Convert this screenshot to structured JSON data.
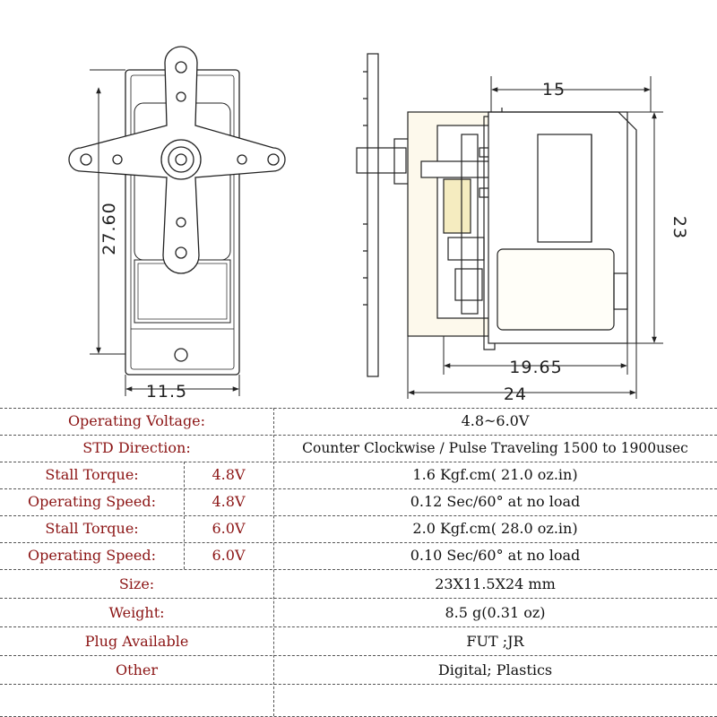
{
  "dimensions": {
    "height_front": "27.60",
    "width_front": "11.5",
    "horn_offset": "15",
    "height_side": "23",
    "body_length": "19.65",
    "total_length": "24"
  },
  "specs": [
    {
      "label": "Operating Voltage:",
      "voltage": "",
      "value": "4.8~6.0V"
    },
    {
      "label": "STD Direction:",
      "voltage": "",
      "value": "Counter Clockwise / Pulse Traveling 1500 to 1900usec"
    },
    {
      "label": "Stall Torque:",
      "voltage": "4.8V",
      "value": "1.6 Kgf.cm( 21.0 oz.in)"
    },
    {
      "label": "Operating Speed:",
      "voltage": "4.8V",
      "value": "0.12 Sec/60° at no load"
    },
    {
      "label": "Stall Torque:",
      "voltage": "6.0V",
      "value": "2.0 Kgf.cm( 28.0 oz.in)"
    },
    {
      "label": "Operating Speed:",
      "voltage": "6.0V",
      "value": "0.10 Sec/60° at no load"
    },
    {
      "label": "Size:",
      "voltage": "",
      "value": "23X11.5X24 mm"
    },
    {
      "label": "Weight:",
      "voltage": "",
      "value": "8.5 g(0.31 oz)"
    },
    {
      "label": "Plug Available",
      "voltage": "",
      "value": "FUT ;JR"
    },
    {
      "label": "Other",
      "voltage": "",
      "value": "Digital; Plastics"
    }
  ]
}
